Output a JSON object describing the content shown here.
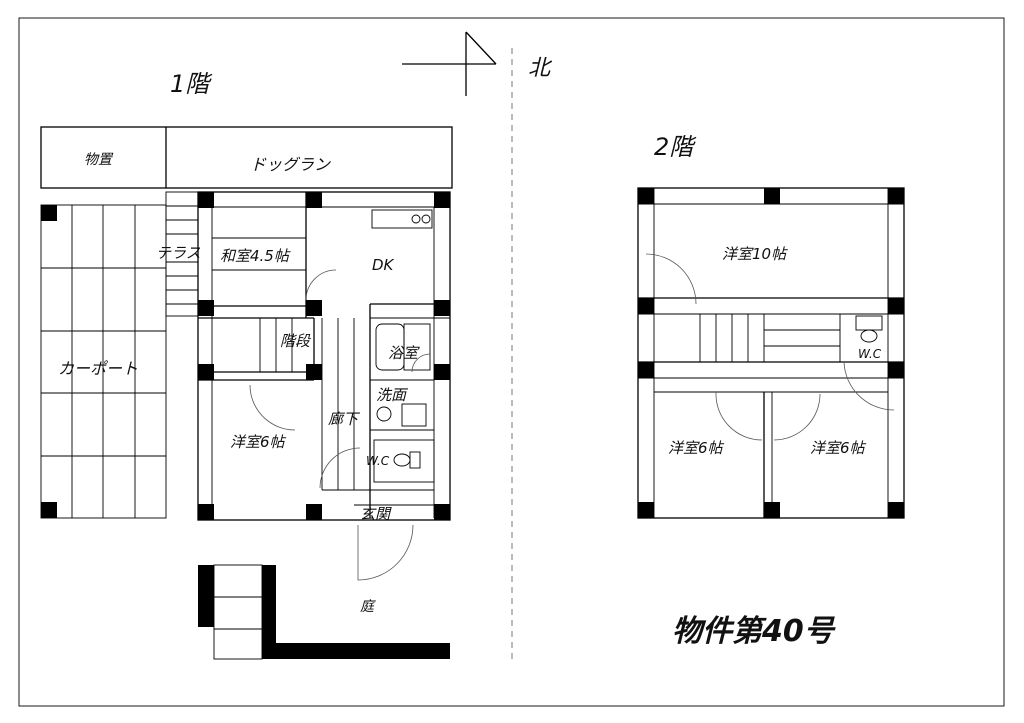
{
  "floor1": {
    "title": "1階",
    "rooms": {
      "storage": "物置",
      "dog_run": "ドッグラン",
      "terrace": "テラス",
      "japanese_room": "和室4.5帖",
      "dk": "DK",
      "stairs": "階段",
      "bath": "浴室",
      "washroom": "洗面",
      "carport": "カーポート",
      "corridor": "廊下",
      "western_room": "洋室6帖",
      "wc": "W.C",
      "entrance": "玄関",
      "garden": "庭"
    }
  },
  "floor2": {
    "title": "2階",
    "rooms": {
      "western_10": "洋室10帖",
      "wc": "W.C",
      "western_6_left": "洋室6帖",
      "western_6_right": "洋室6帖"
    }
  },
  "north_label": "北",
  "property_label": "物件第40号"
}
